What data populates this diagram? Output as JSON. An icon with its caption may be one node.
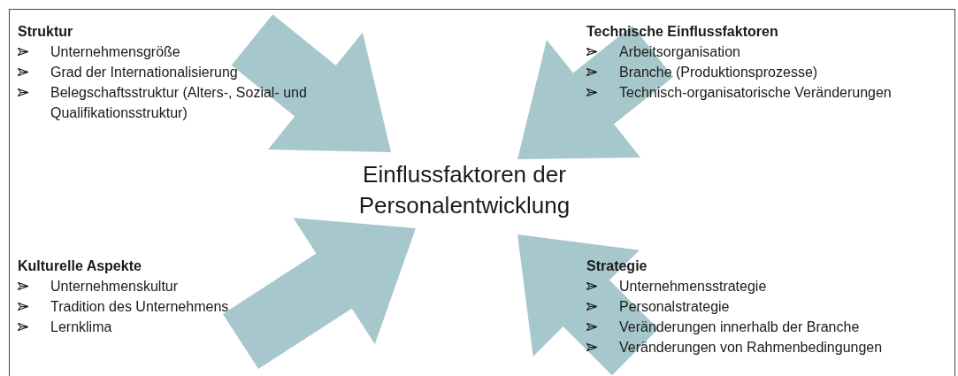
{
  "diagram": {
    "nodes": [
      {
        "text": [
          "Struktur",
          "Unternehmensgröße",
          "Grad der Internationalisierung",
          "Belegschaftsstruktur (Alters-, Sozial- und Qualifikationsstruktur)"
        ]
      },
      {
        "text": [
          "Technische Einflussfaktoren",
          "Arbeitsorganisation",
          "Branche (Produktionsprozesse)",
          "Technisch-organisatorische Veränderungen"
        ]
      },
      {
        "text": [
          "Einflussfaktoren der Personalentwicklung"
        ]
      },
      {
        "text": [
          "Kulturelle Aspekte",
          "Unternehmenskultur",
          "Tradition des Unternehmens",
          "Lernklima"
        ]
      },
      {
        "text": [
          "Strategie",
          "Unternehmensstrategie",
          "Personalstrategie",
          "Veränderungen innerhalb der Branche",
          "Veränderungen von Rahmenbedingungen"
        ]
      }
    ],
    "edges": [
      {
        "from": 0,
        "to": 2,
        "arrow": "to",
        "style": "thick"
      },
      {
        "from": 1,
        "to": 2,
        "arrow": "to",
        "style": "thick"
      },
      {
        "from": 3,
        "to": 2,
        "arrow": "to",
        "style": "thick"
      },
      {
        "from": 4,
        "to": 2,
        "arrow": "to",
        "style": "thick"
      }
    ]
  }
}
